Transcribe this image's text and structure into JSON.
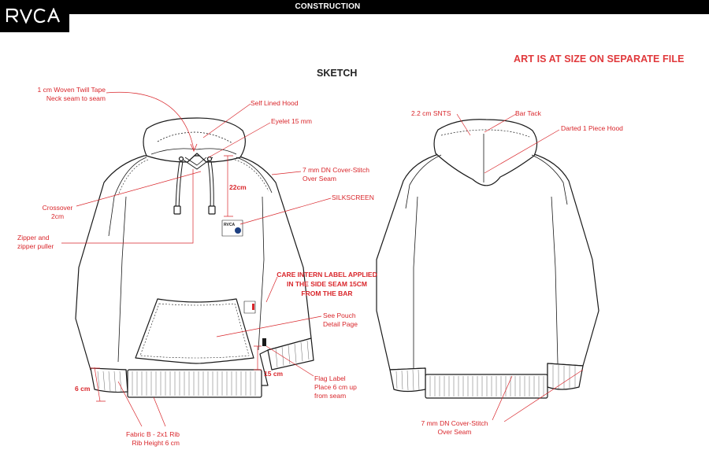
{
  "header": {
    "brand": "RVCA",
    "section_title": "CONSTRUCTION"
  },
  "notes": {
    "art_note": "ART IS AT SIZE ON SEPARATE FILE",
    "sketch_title": "SKETCH"
  },
  "front_callouts": {
    "woven_tape_1": "1 cm Woven Twill Tape",
    "woven_tape_2": "Neck seam to seam",
    "self_lined_hood": "Self Lined Hood",
    "eyelet": "Eyelet 15 mm",
    "cover_stitch_1": "7 mm DN Cover-Stitch",
    "cover_stitch_2": "Over Seam",
    "dim_22": "22cm",
    "silkscreen": "SILKSCREEN",
    "crossover_1": "Crossover",
    "crossover_2": "2cm",
    "zipper_1": "Zipper and",
    "zipper_2": "zipper puller",
    "care_1": "CARE INTERN LABEL  APPLIED",
    "care_2": "IN THE SIDE SEAM 15CM",
    "care_3": "FROM THE BAR",
    "pouch_1": "See Pouch",
    "pouch_2": "Detail Page",
    "dim_6": "6 cm",
    "dim_15": "15 cm",
    "flag_1": "Flag Label",
    "flag_2": "Place 6 cm up",
    "flag_3": "from seam",
    "rib_1": "Fabric B - 2x1 Rib",
    "rib_2": "Rib Height 6 cm"
  },
  "back_callouts": {
    "snts": "2.2 cm SNTS",
    "bar_tack": "Bar Tack",
    "darted_hood": "Darted 1 Piece Hood",
    "cover_stitch_1": "7 mm DN Cover-Stitch",
    "cover_stitch_2": "Over Seam"
  },
  "colors": {
    "header_bg": "#000000",
    "callout": "#d9262b",
    "outline": "#1a1a1a"
  }
}
